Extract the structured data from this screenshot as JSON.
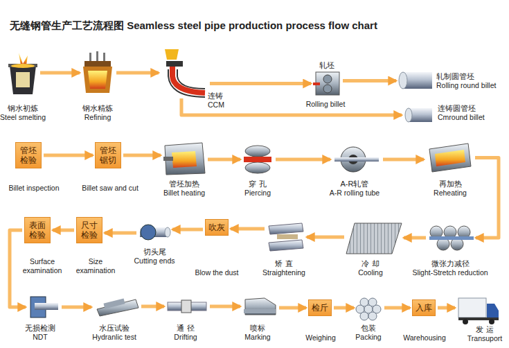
{
  "diagram": {
    "title": "无缝钢管生产工艺流程图 Seamless steel pipe production process flow chart",
    "nodes": [
      {
        "text": [
          "钢水初炼",
          "Steel smelting"
        ]
      },
      {
        "text": [
          "钢水精炼",
          "Refining"
        ]
      },
      {
        "text": [
          "连铸",
          "CCM"
        ]
      },
      {
        "text": [
          "轧坯",
          "Rolling billet"
        ]
      },
      {
        "text": [
          "轧制圆管坯",
          "Rolling round billet"
        ]
      },
      {
        "text": [
          "连铸圆管坯",
          "Cmround billet"
        ]
      },
      {
        "text": [
          "管坯 检验",
          "Billet inspection"
        ]
      },
      {
        "text": [
          "管坯 锯切",
          "Billet saw and cut"
        ]
      },
      {
        "text": [
          "管坯加热",
          "Billet heating"
        ]
      },
      {
        "text": [
          "穿 孔",
          "Piercing"
        ]
      },
      {
        "text": [
          "A-R轧管",
          "A-R rolling tube"
        ]
      },
      {
        "text": [
          "再加热",
          "Reheating"
        ]
      },
      {
        "text": [
          "微张力减径",
          "Slight-Stretch reduction"
        ]
      },
      {
        "text": [
          "冷 却",
          "Cooling"
        ]
      },
      {
        "text": [
          "矫 直",
          "Straightening"
        ]
      },
      {
        "text": [
          "吹灰",
          "Blow the dust"
        ]
      },
      {
        "text": [
          "切头尾",
          "Cutting ends"
        ]
      },
      {
        "text": [
          "尺寸 检验",
          "Size examination"
        ]
      },
      {
        "text": [
          "表面 检验",
          "Surface examination"
        ]
      },
      {
        "text": [
          "无损检测",
          "NDT"
        ]
      },
      {
        "text": [
          "水压试验",
          "Hydranlic test"
        ]
      },
      {
        "text": [
          "通 径",
          "Drifting"
        ]
      },
      {
        "text": [
          "喷标",
          "Marking"
        ]
      },
      {
        "text": [
          "检斤",
          "Weighing"
        ]
      },
      {
        "text": [
          "包装",
          "Packing"
        ]
      },
      {
        "text": [
          "入库",
          "Warehousing"
        ]
      },
      {
        "text": [
          "发 运",
          "Transuport"
        ]
      }
    ],
    "edges": [
      {
        "from": 0,
        "to": 1,
        "arrow": "to"
      },
      {
        "from": 1,
        "to": 2,
        "arrow": "to"
      },
      {
        "from": 2,
        "to": 3,
        "arrow": "to"
      },
      {
        "from": 3,
        "to": 4,
        "arrow": "to"
      },
      {
        "from": 2,
        "to": 5,
        "arrow": "to"
      },
      {
        "from": 6,
        "to": 7,
        "arrow": "to"
      },
      {
        "from": 7,
        "to": 8,
        "arrow": "to"
      },
      {
        "from": 8,
        "to": 9,
        "arrow": "to"
      },
      {
        "from": 9,
        "to": 10,
        "arrow": "to"
      },
      {
        "from": 10,
        "to": 11,
        "arrow": "to"
      },
      {
        "from": 11,
        "to": 12,
        "arrow": "to"
      },
      {
        "from": 12,
        "to": 13,
        "arrow": "to"
      },
      {
        "from": 13,
        "to": 14,
        "arrow": "to"
      },
      {
        "from": 14,
        "to": 15,
        "arrow": "to"
      },
      {
        "from": 15,
        "to": 16,
        "arrow": "to"
      },
      {
        "from": 16,
        "to": 17,
        "arrow": "to"
      },
      {
        "from": 17,
        "to": 18,
        "arrow": "to"
      },
      {
        "from": 18,
        "to": 19,
        "arrow": "to"
      },
      {
        "from": 19,
        "to": 20,
        "arrow": "to"
      },
      {
        "from": 20,
        "to": 21,
        "arrow": "to"
      },
      {
        "from": 21,
        "to": 22,
        "arrow": "to"
      },
      {
        "from": 22,
        "to": 23,
        "arrow": "to"
      },
      {
        "from": 23,
        "to": 24,
        "arrow": "to"
      },
      {
        "from": 24,
        "to": 25,
        "arrow": "to"
      },
      {
        "from": 25,
        "to": 26,
        "arrow": "to"
      }
    ]
  }
}
